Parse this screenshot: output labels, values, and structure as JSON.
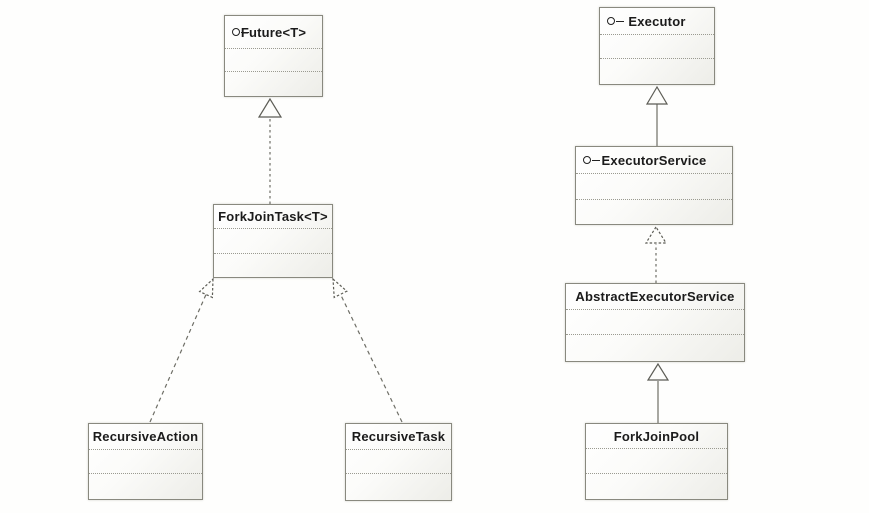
{
  "diagram_type": "uml-class-diagram",
  "subject": "Java Fork/Join framework class hierarchy",
  "classes": {
    "future": {
      "name": "Future<T>",
      "kind": "interface",
      "icon": "interface-lollipop-icon",
      "compartments": [
        "",
        ""
      ]
    },
    "forkjointask": {
      "name": "ForkJoinTask<T>",
      "kind": "class",
      "compartments": [
        "",
        ""
      ]
    },
    "recursiveaction": {
      "name": "RecursiveAction",
      "kind": "class",
      "compartments": [
        "",
        ""
      ]
    },
    "recursivetask": {
      "name": "RecursiveTask",
      "kind": "class",
      "compartments": [
        "",
        ""
      ]
    },
    "executor": {
      "name": "Executor",
      "kind": "interface",
      "icon": "interface-lollipop-icon",
      "compartments": [
        "",
        ""
      ]
    },
    "executorservice": {
      "name": "ExecutorService",
      "kind": "interface",
      "icon": "interface-lollipop-icon",
      "compartments": [
        "",
        ""
      ]
    },
    "abstractexecutorservice": {
      "name": "AbstractExecutorService",
      "kind": "class",
      "compartments": [
        "",
        ""
      ]
    },
    "forkjoinpool": {
      "name": "ForkJoinPool",
      "kind": "class",
      "compartments": [
        "",
        ""
      ]
    }
  },
  "relations": [
    {
      "from": "forkjointask",
      "to": "future",
      "type": "realization",
      "line_style": "dotted",
      "arrowhead": "hollow-triangle"
    },
    {
      "from": "recursiveaction",
      "to": "forkjointask",
      "type": "generalization",
      "line_style": "dashed",
      "arrowhead": "hollow-triangle"
    },
    {
      "from": "recursivetask",
      "to": "forkjointask",
      "type": "generalization",
      "line_style": "dashed",
      "arrowhead": "hollow-triangle"
    },
    {
      "from": "executorservice",
      "to": "executor",
      "type": "generalization",
      "line_style": "solid",
      "arrowhead": "hollow-triangle"
    },
    {
      "from": "abstractexecutorservice",
      "to": "executorservice",
      "type": "realization",
      "line_style": "dashed",
      "arrowhead": "hollow-triangle"
    },
    {
      "from": "forkjoinpool",
      "to": "abstractexecutorservice",
      "type": "generalization",
      "line_style": "solid",
      "arrowhead": "hollow-triangle"
    }
  ],
  "colors": {
    "background": "#ffffff",
    "box_border": "#89897f",
    "compartment_divider": "#9a9a90",
    "box_fill_light": "#ffffff",
    "box_fill_shaded": "#ededE8",
    "relation_line": "#6e6e66",
    "text": "#1b1b1b"
  }
}
